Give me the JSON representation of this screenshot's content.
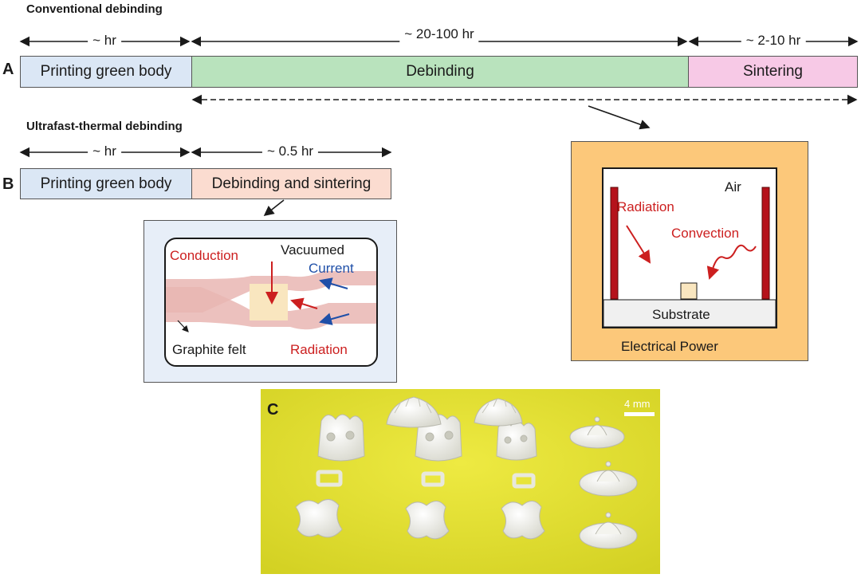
{
  "section_a": {
    "heading": "Conventional debinding",
    "letter": "A",
    "durations": [
      "~ hr",
      "~ 20-100 hr",
      "~ 2-10 hr"
    ],
    "stages": [
      "Printing green body",
      "Debinding",
      "Sintering"
    ],
    "colors": {
      "printing": "#dbe7f5",
      "debinding": "#b9e3bd",
      "sintering": "#f7c9e6"
    }
  },
  "section_b": {
    "heading": "Ultrafast-thermal debinding",
    "letter": "B",
    "durations": [
      "~ hr",
      "~ 0.5 hr"
    ],
    "stages": [
      "Printing green body",
      "Debinding and sintering"
    ],
    "colors": {
      "printing": "#dbe7f5",
      "debinding_sintering": "#fbdcd0"
    }
  },
  "ultrafast_inset": {
    "labels": {
      "conduction": "Conduction",
      "vacuumed": "Vacuumed",
      "current": "Current",
      "graphite_felt": "Graphite felt",
      "radiation": "Radiation"
    },
    "colors": {
      "background": "#e7eef8",
      "felt": "#e9b6b3",
      "sample": "#f9e6bf",
      "red": "#cc1f1f",
      "blue": "#1f4fa8"
    }
  },
  "furnace_inset": {
    "labels": {
      "air": "Air",
      "radiation": "Radiation",
      "convection": "Convection",
      "substrate": "Substrate",
      "power": "Electrical Power"
    },
    "colors": {
      "outer": "#fcc87a",
      "heater": "#b5121b",
      "red": "#cc1f1f"
    }
  },
  "photo": {
    "letter": "C",
    "scale_label": "4 mm",
    "colors": {
      "background": "#e2e02e",
      "part": "#f4f4ee"
    }
  }
}
